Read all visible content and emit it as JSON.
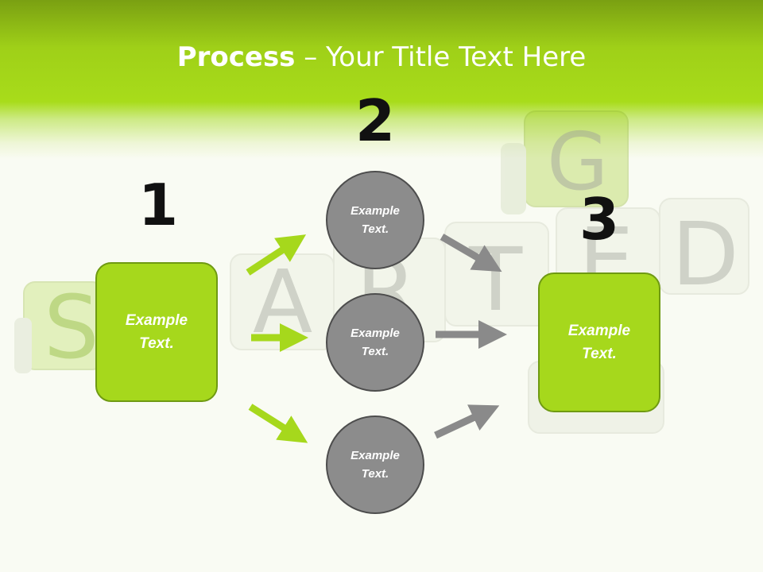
{
  "header": {
    "title_bold": "Process",
    "title_rest": " – Your Title Text Here",
    "color": "#a6d81c"
  },
  "background_letters": [
    "S",
    "A",
    "R",
    "T",
    "E",
    "D",
    "G"
  ],
  "steps": [
    {
      "number": "1",
      "text": "Example Text."
    },
    {
      "number": "2",
      "text": [
        "Example Text.",
        "Example Text.",
        "Example Text."
      ]
    },
    {
      "number": "3",
      "text": "Example Text."
    }
  ],
  "colors": {
    "green_box": "#a6d81c",
    "gray_circle": "#8c8c8c",
    "green_arrow": "#a6d81c",
    "gray_arrow": "#8a8a8a"
  }
}
